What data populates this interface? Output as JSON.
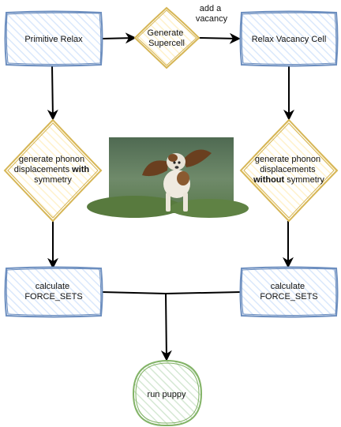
{
  "nodes": {
    "primitive_relax": {
      "label": "Primitive Relax"
    },
    "generate_supercell": {
      "line1": "Generate",
      "line2": "Supercell"
    },
    "relax_vacancy_cell": {
      "label": "Relax Vacancy Cell"
    },
    "gen_with_symmetry": {
      "line1": "generate phonon",
      "line2_pre": "displacements ",
      "line2_bold": "with",
      "line3": "symmetry"
    },
    "gen_without_symmetry": {
      "line1": "generate phonon",
      "line2": "displacements",
      "line3_bold": "without",
      "line3_post": " symmetry"
    },
    "calc_left": {
      "line1": "calculate",
      "line2": "FORCE_SETS"
    },
    "calc_right": {
      "line1": "calculate",
      "line2": "FORCE_SETS"
    },
    "run_puppy": {
      "label": "run puppy"
    }
  },
  "edge_labels": {
    "add_vacancy": {
      "line1": "add a",
      "line2": "vacancy"
    }
  },
  "colors": {
    "box_stroke": "#6c8ebf",
    "box_fill": "#dae8fc",
    "diamond_stroke": "#d6b656",
    "diamond_fill": "#fff2cc",
    "circle_stroke": "#82b366",
    "circle_fill": "#d5e8d4",
    "arrow": "#000000"
  },
  "image": {
    "subject": "dog-with-flying-ears-photo"
  }
}
